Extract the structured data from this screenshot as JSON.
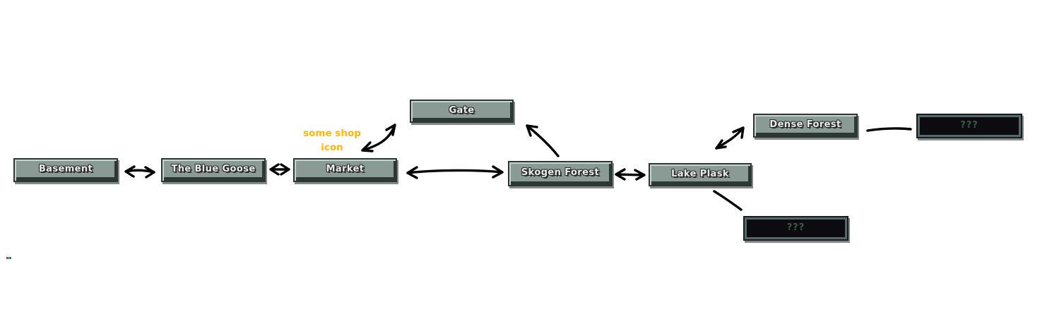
{
  "diagram": {
    "title_context": "game world map diagram",
    "colors": {
      "background": "#ffffff",
      "node_fill": "#8a9b95",
      "node_border_dark": "#2c3734",
      "node_bevel_light": "#c7d3cf",
      "node_label_text": "#eaeceb",
      "unknown_fill": "#0b0b10",
      "unknown_frame": "#57676b",
      "unknown_text": "#3c5a44",
      "annotation_text": "#ffb60a",
      "arrow": "#000000"
    },
    "nodes": [
      {
        "id": "basement",
        "label": "Basement",
        "type": "known"
      },
      {
        "id": "blue-goose",
        "label": "The Blue Goose",
        "type": "known"
      },
      {
        "id": "market",
        "label": "Market",
        "type": "known"
      },
      {
        "id": "gate",
        "label": "Gate",
        "type": "known"
      },
      {
        "id": "skogen-forest",
        "label": "Skogen Forest",
        "type": "known"
      },
      {
        "id": "lake-plask",
        "label": "Lake Plask",
        "type": "known"
      },
      {
        "id": "dense-forest",
        "label": "Dense Forest",
        "type": "known"
      },
      {
        "id": "unknown-east",
        "label": "???",
        "type": "unknown"
      },
      {
        "id": "unknown-south",
        "label": "???",
        "type": "unknown"
      }
    ],
    "annotation": {
      "line1": "some shop",
      "line2": "icon"
    },
    "edges": [
      {
        "from": "Basement",
        "to": "The Blue Goose",
        "type": "two-way-arrow"
      },
      {
        "from": "The Blue Goose",
        "to": "Market",
        "type": "two-way-arrow"
      },
      {
        "from": "Market",
        "to": "Gate",
        "type": "two-way-arrow"
      },
      {
        "from": "Market",
        "to": "Skogen Forest",
        "type": "two-way-arrow"
      },
      {
        "from": "Skogen Forest",
        "to": "Gate",
        "type": "one-way-arrow"
      },
      {
        "from": "Skogen Forest",
        "to": "Lake Plask",
        "type": "two-way-arrow"
      },
      {
        "from": "Lake Plask",
        "to": "Dense Forest",
        "type": "two-way-arrow"
      },
      {
        "from": "Dense Forest",
        "to": "???",
        "type": "plain-line"
      },
      {
        "from": "Lake Plask",
        "to": "???",
        "type": "plain-line"
      }
    ]
  }
}
